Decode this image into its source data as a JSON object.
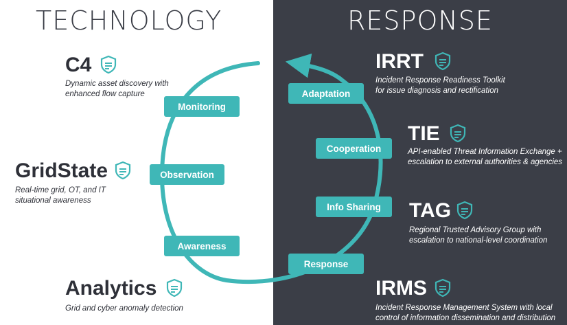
{
  "headings": {
    "left": "TECHNOLOGY",
    "right": "RESPONSE"
  },
  "colors": {
    "dark_panel": "#3b3e47",
    "accent": "#3fb7b7",
    "text_dark": "#2e3038",
    "text_light": "#ffffff"
  },
  "technology": [
    {
      "title": "C4",
      "description": [
        "Dynamic asset discovery with",
        "enhanced flow capture"
      ],
      "icon": "shield-icon"
    },
    {
      "title": "GridState",
      "description": [
        "Real-time grid, OT, and IT",
        "situational awareness"
      ],
      "icon": "shield-icon"
    },
    {
      "title": "Analytics",
      "description": [
        "Grid and cyber anomaly detection"
      ],
      "icon": "shield-icon"
    }
  ],
  "response": [
    {
      "title": "IRRT",
      "description": [
        "Incident Response Readiness Toolkit",
        "for issue diagnosis and rectification"
      ],
      "icon": "shield-icon"
    },
    {
      "title": "TIE",
      "description": [
        "API-enabled Threat Information Exchange +",
        "escalation to external authorities & agencies"
      ],
      "icon": "shield-icon"
    },
    {
      "title": "TAG",
      "description": [
        "Regional Trusted Advisory Group with",
        "escalation to national-level coordination"
      ],
      "icon": "shield-icon"
    },
    {
      "title": "IRMS",
      "description": [
        "Incident Response Management System with local",
        "control of information dissemination and distribution"
      ],
      "icon": "shield-icon"
    }
  ],
  "cycle_stages": {
    "monitoring": "Monitoring",
    "observation": "Observation",
    "awareness": "Awareness",
    "response": "Response",
    "info_sharing": "Info Sharing",
    "cooperation": "Cooperation",
    "adaptation": "Adaptation"
  }
}
